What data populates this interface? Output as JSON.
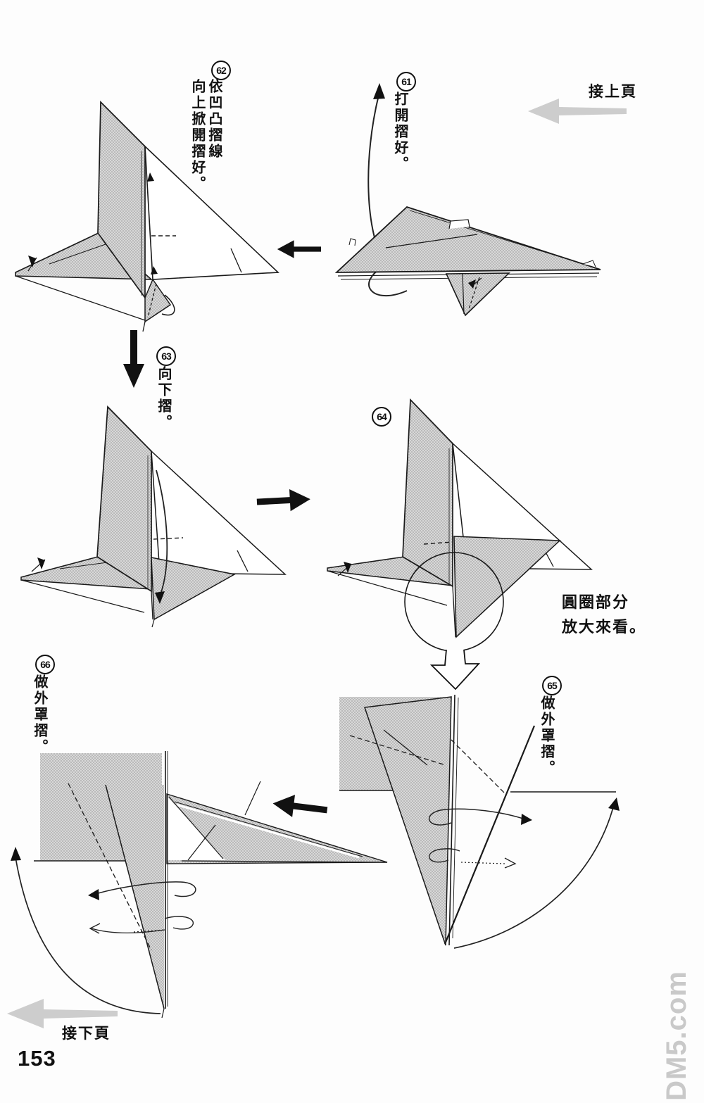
{
  "page": {
    "number": "153",
    "watermark": "DM5.com"
  },
  "nav": {
    "prev_label": "接上頁",
    "next_label": "接下頁",
    "prev_arrow_icon": "left-arrow",
    "next_arrow_icon": "left-arrow"
  },
  "steps": [
    {
      "label": "61",
      "caption": "打開摺好。"
    },
    {
      "label": "62",
      "caption_col1": "依凹凸摺線",
      "caption_col2": "向上掀開摺好。"
    },
    {
      "label": "63",
      "caption": "向下摺。"
    },
    {
      "label": "64",
      "caption": ""
    },
    {
      "label": "65",
      "caption": "做外罩摺。"
    },
    {
      "label": "66",
      "caption": "做外罩摺。"
    }
  ],
  "notes": {
    "zoom_note_line1": "圓圈部分",
    "zoom_note_line2": "放大來看。"
  },
  "colors": {
    "paper_halftone_gray": "#c8c8c8",
    "outline_black": "#1a1a1a",
    "nav_arrow_gray": "#cdcdcd",
    "watermark_gray": "#c9c9c9"
  }
}
